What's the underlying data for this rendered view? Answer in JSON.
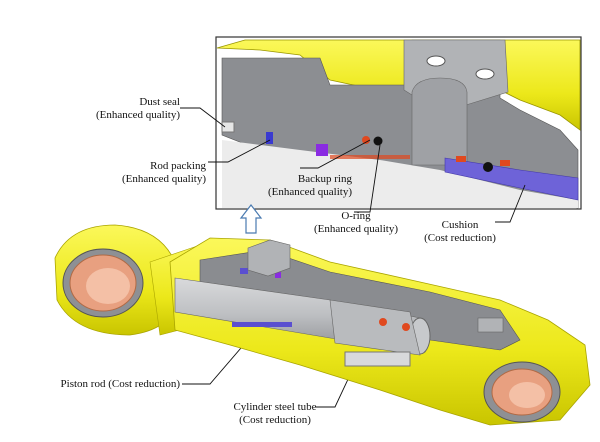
{
  "labels": {
    "dust_seal": {
      "name": "Dust seal",
      "note": "(Enhanced quality)"
    },
    "rod_packing": {
      "name": "Rod packing",
      "note": "(Enhanced quality)"
    },
    "backup_ring": {
      "name": "Backup ring",
      "note": "(Enhanced quality)"
    },
    "o_ring": {
      "name": "O-ring",
      "note": "(Enhanced quality)"
    },
    "cushion": {
      "name": "Cushion",
      "note": "(Cost reduction)"
    },
    "piston_rod": {
      "name": "Piston rod (Cost reduction)"
    },
    "cylinder_tube": {
      "name": "Cylinder steel tube",
      "note": "(Cost reduction)"
    }
  },
  "colors": {
    "housing_yellow": "#f2ef1e",
    "steel_gray": "#a9abaf",
    "bushing_copper": "#e8a080",
    "seal_blue": "#5a4fd0",
    "seal_purple": "#8a2be2",
    "oring_red": "#e0491f"
  }
}
